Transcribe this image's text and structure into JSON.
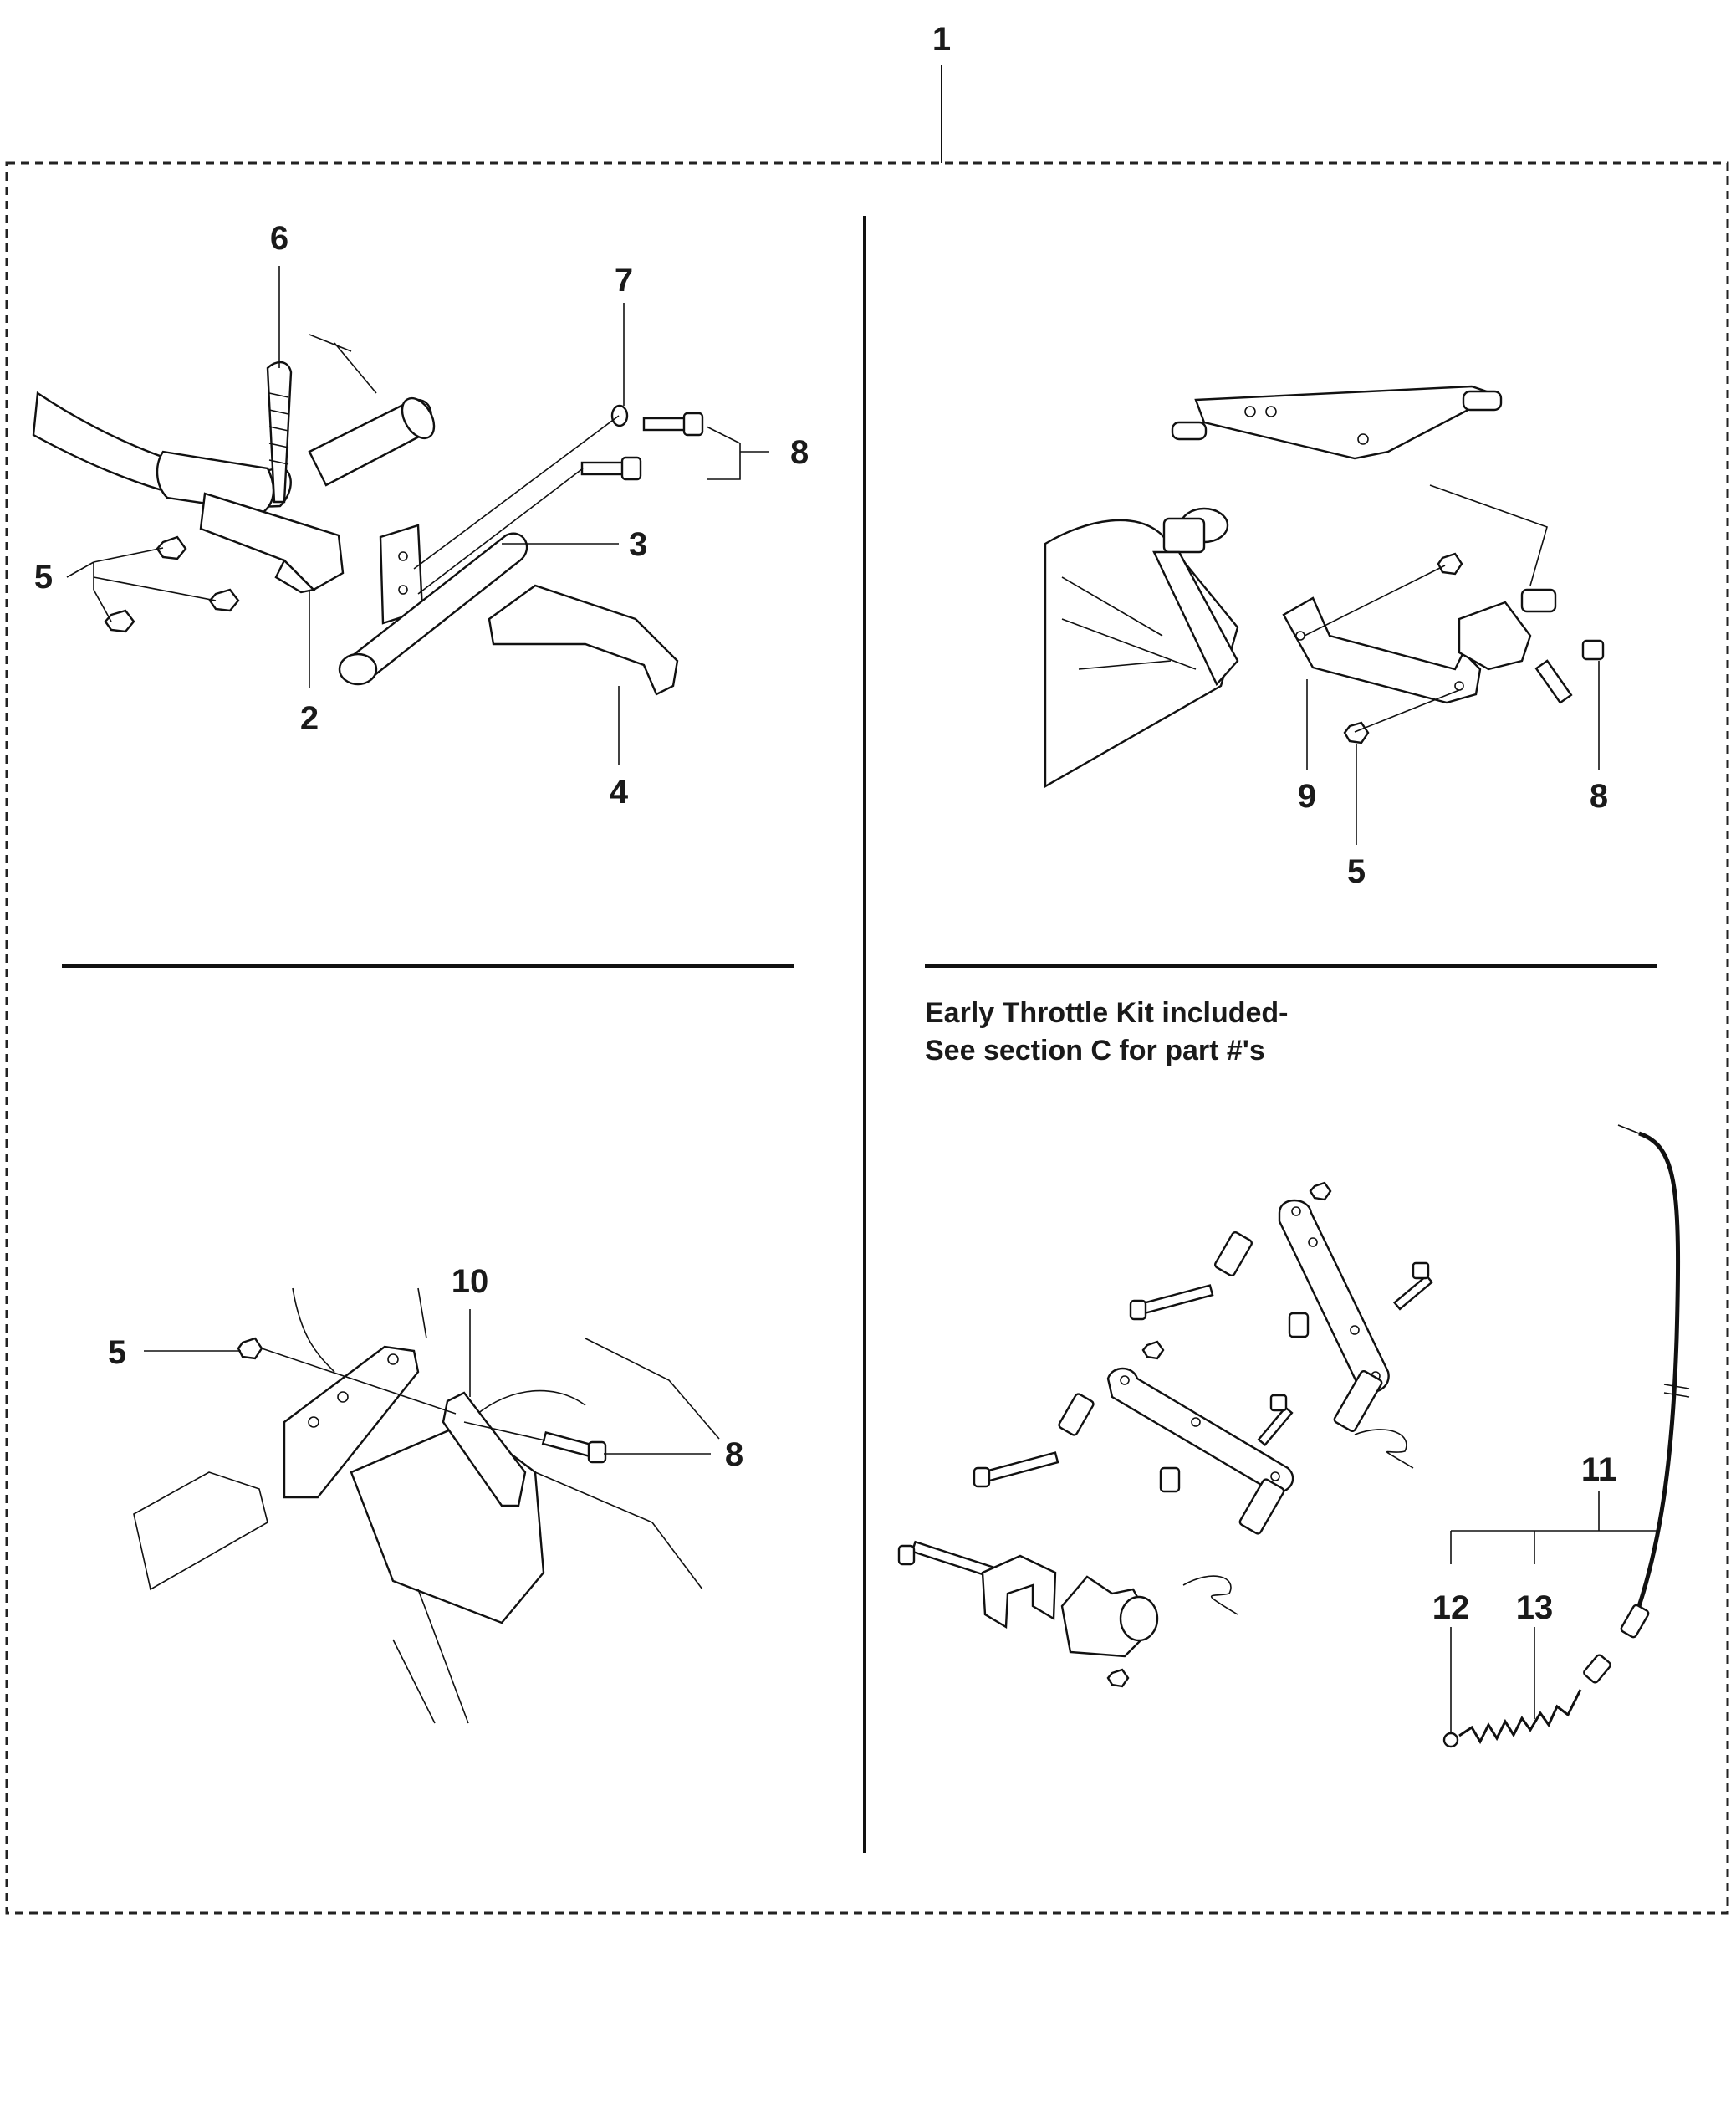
{
  "callouts": {
    "c1": "1",
    "q1": {
      "c6": "6",
      "c7": "7",
      "c8": "8",
      "c5": "5",
      "c3": "3",
      "c2": "2",
      "c4": "4"
    },
    "q2": {
      "c9": "9",
      "c8": "8",
      "c5": "5"
    },
    "q3": {
      "c10": "10",
      "c5": "5",
      "c8": "8"
    },
    "q4": {
      "c11": "11",
      "c12": "12",
      "c13": "13"
    }
  },
  "note": {
    "line1": "Early Throttle Kit included-",
    "line2": "See section C for part #'s"
  }
}
